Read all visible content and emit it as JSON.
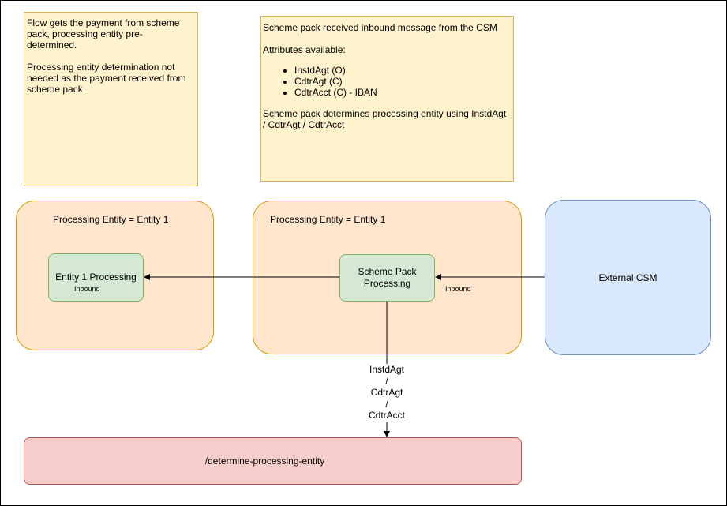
{
  "notes": {
    "left": {
      "para1": "Flow gets the payment from scheme pack, processing entity pre-determined.",
      "para2": "Processing entity determination not needed as the payment received from scheme pack."
    },
    "right": {
      "para1": "Scheme pack received inbound message from the CSM",
      "para2": "Attributes available:",
      "attributes": [
        "InstdAgt (O)",
        "CdtrAgt (C)",
        "CdtrAcct (C) - IBAN"
      ],
      "para3": "Scheme pack determines processing entity using InstdAgt / CdtrAgt / CdtrAcct"
    }
  },
  "groups": {
    "left": {
      "title": "Processing Entity = Entity 1"
    },
    "middle": {
      "title": "Processing Entity = Entity 1"
    }
  },
  "nodes": {
    "entity1": "Entity 1 Processing",
    "scheme_pack": "Scheme Pack Processing",
    "external_csm": "External CSM",
    "determine": "/determine-processing-entity"
  },
  "edge_labels": {
    "inbound_entity1": "Inbound",
    "inbound_scheme": "Inbound",
    "routing": [
      "InstdAgt",
      "/",
      "CdtrAgt",
      "/",
      "CdtrAcct"
    ]
  }
}
